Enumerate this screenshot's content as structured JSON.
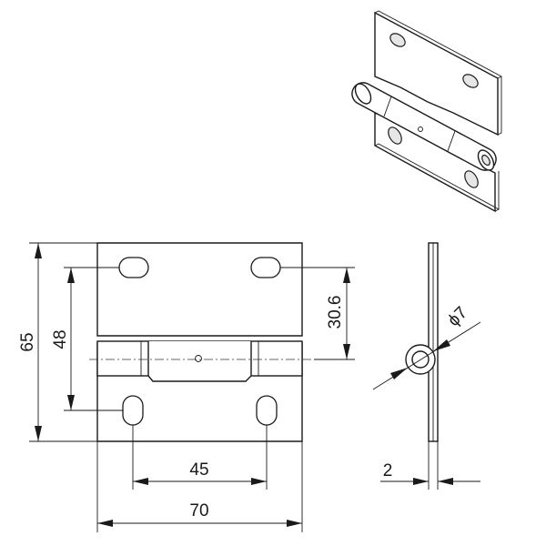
{
  "drawing": {
    "dimensions": {
      "width_overall": "70",
      "hole_spacing": "45",
      "height_overall": "65",
      "hole_vertical_spacing": "48",
      "knuckle_offset": "30.6",
      "pin_diameter": "ϕ7",
      "thickness": "2"
    }
  }
}
